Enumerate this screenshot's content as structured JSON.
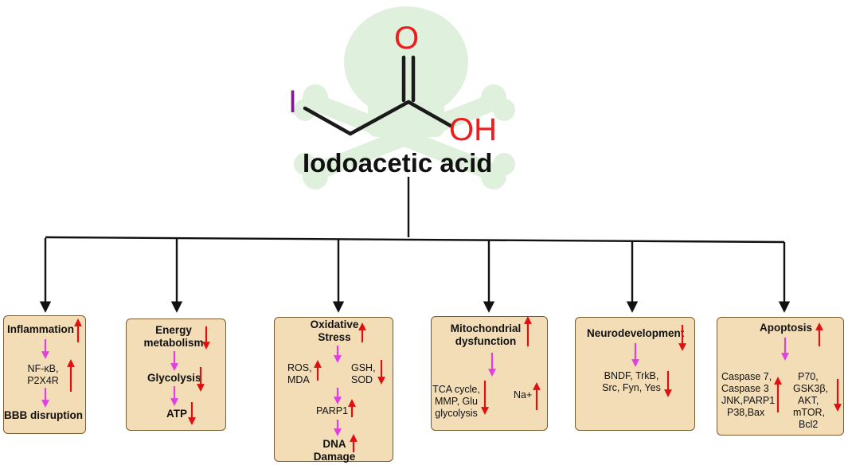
{
  "molecule": {
    "name": "Iodoacetic acid",
    "atom_iodine": "I",
    "atom_oxygen": "O",
    "atom_hydroxyl": "OH",
    "colors": {
      "iodine": "#7a1f8a",
      "oxygen": "#ee1c1c",
      "bond": "#1a1a1a",
      "skull": "#dff1dc"
    }
  },
  "arrow_colors": {
    "flow": "#e040e0",
    "up_down": "#e01010",
    "connector": "#111111"
  },
  "box_fill": "#f3ddb6",
  "boxes": [
    {
      "heading": "Inflammation",
      "items": [
        "NF-κB,",
        "P2X4R"
      ],
      "outcome": "BBB disruption"
    },
    {
      "heading_line1": "Energy",
      "heading_line2": "metabolism",
      "middle": "Glycolysis",
      "outcome": "ATP"
    },
    {
      "heading_line1": "Oxidative",
      "heading_line2": "Stress",
      "left_line1": "ROS,",
      "left_line2": "MDA",
      "right_line1": "GSH,",
      "right_line2": "SOD",
      "middle": "PARP1",
      "outcome_line1": "DNA",
      "outcome_line2": "Damage"
    },
    {
      "heading_line1": "Mitochondrial",
      "heading_line2": "dysfunction",
      "left_line1": "TCA cycle,",
      "left_line2": "MMP, Glu",
      "left_line3": "glycolysis",
      "right": "Na+"
    },
    {
      "heading": "Neurodevelopment",
      "line1": "BNDF, TrkB,",
      "line2": "Src, Fyn, Yes"
    },
    {
      "heading": "Apoptosis",
      "left_line1": "Caspase 7,",
      "left_line2": "Caspase 3",
      "left_line3": "JNK,PARP1",
      "left_line4": "P38,Bax",
      "right_line1": "P70,",
      "right_line2": "GSK3β,",
      "right_line3": "AKT,",
      "right_line4": "mTOR,",
      "right_line5": "Bcl2"
    }
  ]
}
